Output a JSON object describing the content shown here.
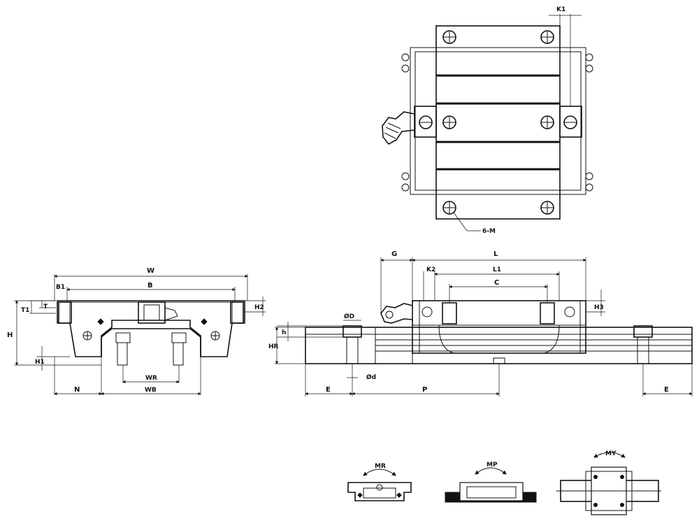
{
  "top_view": {
    "labels": {
      "k1": "K1",
      "holes": "6-M"
    }
  },
  "front_view": {
    "labels": {
      "w": "W",
      "b": "B",
      "b1": "B1",
      "t": "T",
      "t1": "T1",
      "h": "H",
      "h1": "H1",
      "h2": "H2",
      "wr": "WR",
      "wb": "WB",
      "n": "N"
    }
  },
  "side_view": {
    "labels": {
      "g": "G",
      "l": "L",
      "l1": "L1",
      "k2": "K2",
      "c": "C",
      "h3": "H3",
      "phi_d_big": "ØD",
      "h_small": "h",
      "hr": "HR",
      "phi_d_small": "Ød",
      "e_left": "E",
      "p": "P",
      "e_right": "E"
    }
  },
  "moments": {
    "mr": "MR",
    "mp": "MP",
    "my": "MY"
  }
}
